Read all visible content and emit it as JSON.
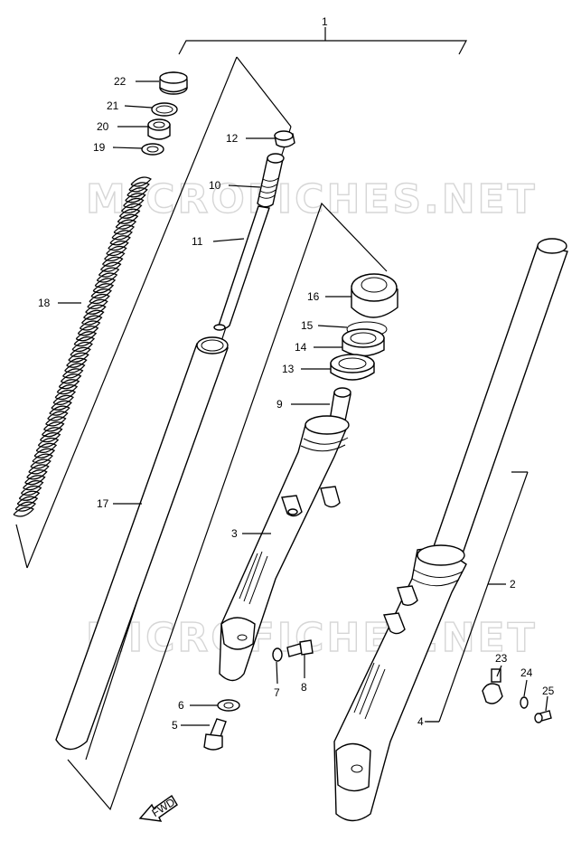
{
  "watermark": "MICROFICHES.NET",
  "fwd_label": "FWD",
  "callouts": [
    "1",
    "2",
    "3",
    "4",
    "5",
    "6",
    "7",
    "8",
    "9",
    "10",
    "11",
    "12",
    "13",
    "14",
    "15",
    "16",
    "17",
    "18",
    "19",
    "20",
    "21",
    "22",
    "23",
    "24",
    "25"
  ]
}
